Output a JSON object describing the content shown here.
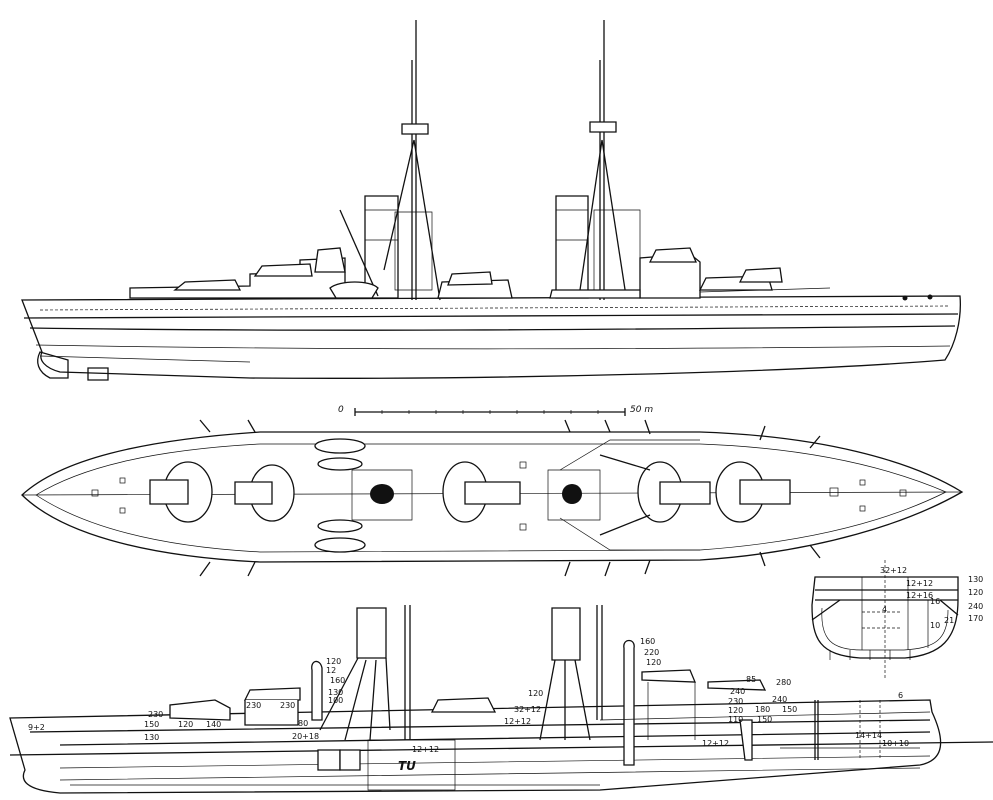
{
  "scale": {
    "zero": "0",
    "end": "50 m"
  },
  "section": {
    "labels": [
      "32+12",
      "12+12",
      "12+16",
      "130",
      "120",
      "240",
      "170",
      "16",
      "4",
      "10",
      "21"
    ]
  },
  "profile_left": {
    "labels": [
      "150",
      "120",
      "140",
      "130",
      "230",
      "230",
      "230",
      "120",
      "12",
      "160",
      "130",
      "100",
      "80",
      "20+18",
      "12+12",
      "TU",
      "9+2"
    ]
  },
  "profile_right": {
    "labels": [
      "120",
      "32+12",
      "12+12",
      "160",
      "220",
      "120",
      "85",
      "280",
      "240",
      "230",
      "120",
      "110",
      "180",
      "150",
      "240",
      "150",
      "12+12",
      "14+14",
      "10+10",
      "6"
    ]
  }
}
